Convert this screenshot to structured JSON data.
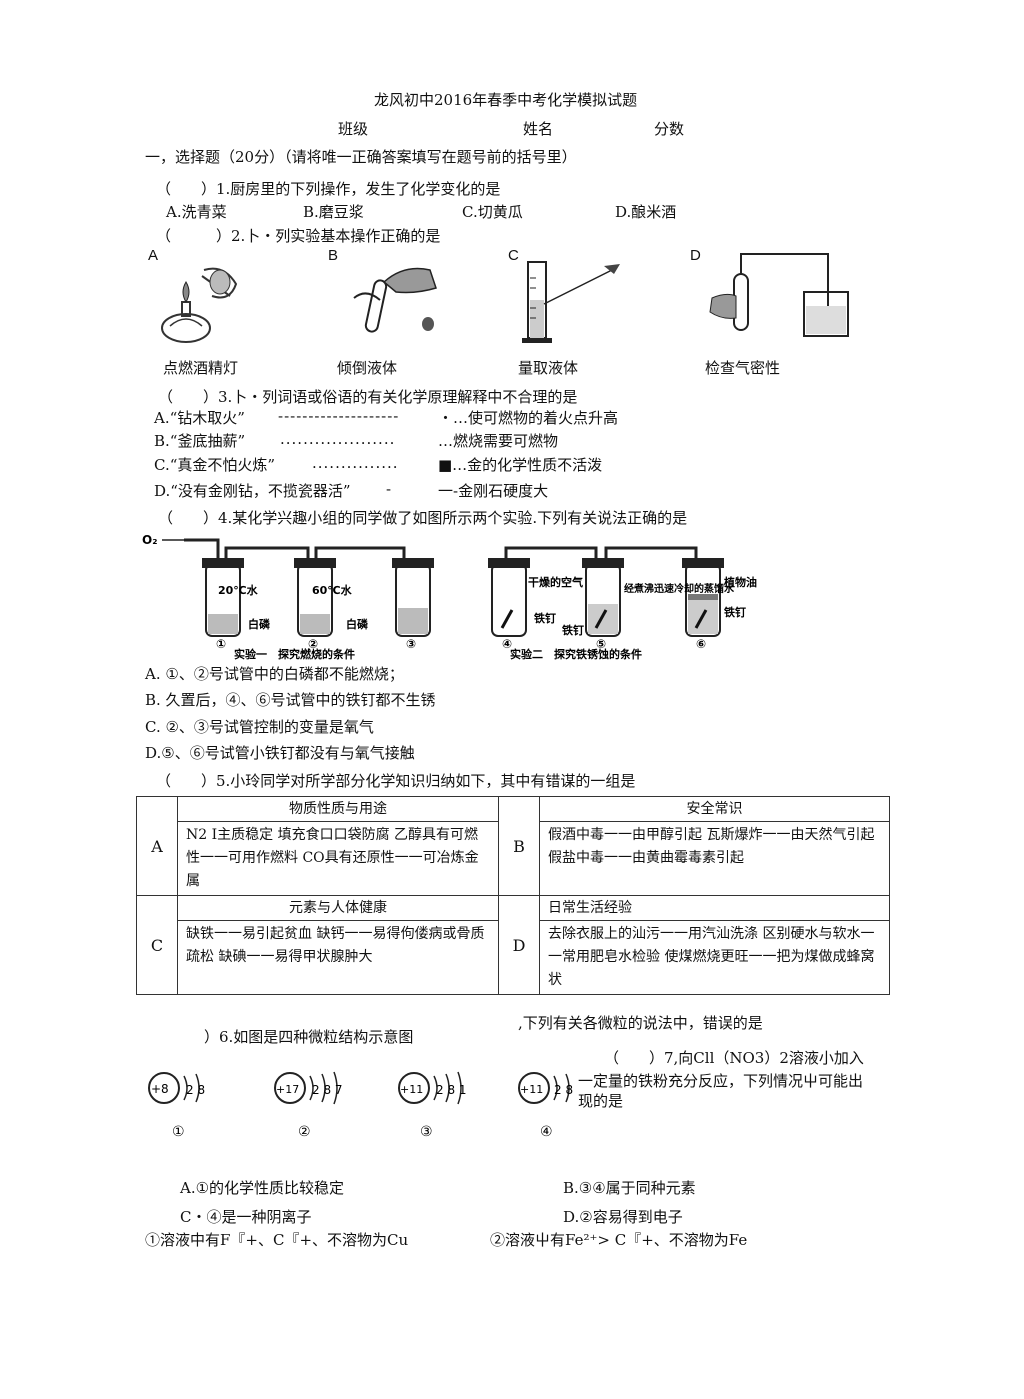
{
  "header": {
    "title": "龙风初中2016年春季中考化学模拟试题",
    "class_label": "班级",
    "name_label": "姓名",
    "score_label": "分数"
  },
  "section1": "一，选择题（20分）（请将唯一正确答案填写在题号前的括号里）",
  "q1": {
    "stem": "（　　）1.厨房里的下列操作，发生了化学变化的是",
    "a": "A.洗青菜",
    "b": "B.磨豆浆",
    "c": "C.切黄瓜",
    "d": "D.酿米酒"
  },
  "q2": {
    "stem": "（　　　）2.卜・列实验基本操作正确的是",
    "letters": [
      "A",
      "B",
      "C",
      "D"
    ],
    "captions": [
      "点燃酒精灯",
      "倾倒液体",
      "量取液体",
      "检查气密性"
    ]
  },
  "q3": {
    "stem": "（　　）3.卜・列词语或俗语的有关化学原理解释中不合理的是",
    "rows": [
      {
        "left": "A.“钻木取火”",
        "dots": "--------------------",
        "right": "・…使可燃物的着火点升高"
      },
      {
        "left": "B.“釜底抽薪”",
        "dots": "....................",
        "right": "…燃烧需要可燃物"
      },
      {
        "left": "C.“真金不怕火炼”",
        "dots": "...............",
        "right": "■…金的化学性质不活泼"
      },
      {
        "left": "D.“没有金刚钻，不揽瓷器活”",
        "dots": "-",
        "right": "一-金刚石硬度大"
      }
    ]
  },
  "q4": {
    "stem": "（　　）4.某化学兴趣小组的同学做了如图所示两个实验.下列有关说法正确的是",
    "fig": {
      "o2": "O₂",
      "water20": "20℃水",
      "water60": "60℃水",
      "white_p": "白磷",
      "white_p2": "白磷",
      "tubes": [
        "①",
        "②",
        "③",
        "④",
        "⑤",
        "⑥"
      ],
      "caption1": "实验一　探究燃烧的条件",
      "caption2": "实验二　探究铁锈蚀的条件",
      "dry_air": "干燥的空气",
      "nail": "铁钉",
      "nail2": "铁钉",
      "nail3": "铁钉",
      "boiled_water": "经煮沸迅速冷却的蒸馏水",
      "oil": "植物油"
    },
    "options": [
      "A. ①、②号试管中的白磷都不能燃烧；",
      "B. 久置后，④、⑥号试管中的铁钉都不生锈",
      "C. ②、③号试管控制的变量是氧气",
      "D.⑤、⑥号试管小铁钉都没有与氧气接触"
    ]
  },
  "q5": {
    "stem": "（　　）5.小玲同学对所学部分化学知识归纳如下，其中有错谋的一组是",
    "cells": [
      {
        "label": "A",
        "head": "物质性质与用途",
        "body": "N2 I主质稳定 填充食口口袋防腐 乙醇具有可燃性一一可用作燃料 CO具有还原性一一可冶炼金属"
      },
      {
        "label": "B",
        "head": "安全常识",
        "body": "假酒中毒一一由甲醇引起 瓦斯爆炸一一由天然气引起 假盐中毒一一由黄曲霉毒素引起"
      },
      {
        "label": "C",
        "head": "元素与人体健康",
        "body": "缺铁一一易引起贫血 缺钙一一易得佝偻病或骨质疏松 缺碘一一易得甲状腺肿大"
      },
      {
        "label": "D",
        "head": "日常生活经验",
        "body": "去除衣服上的汕污一一用汽汕洗涤 区别硬水与软水一一常用肥皂水检验 使煤燃烧更旺一一把为煤做成蜂窝状"
      }
    ]
  },
  "q6": {
    "stem_left": "）6.如图是四种微粒结构示意图",
    "stem_right": ",下列有关各微粒的说法中，错误的是",
    "atoms": [
      {
        "nucleus": "+8",
        "shells": "2 8",
        "num": "①"
      },
      {
        "nucleus": "+17",
        "shells": "2 8 7",
        "num": "②"
      },
      {
        "nucleus": "+11",
        "shells": "2 8 1",
        "num": "③"
      },
      {
        "nucleus": "+11",
        "shells": "2 8",
        "num": "④"
      }
    ],
    "a": "A.①的化学性质比较稳定",
    "b": "B.③④属于同种元素",
    "c": "C・④是一种阴离子",
    "d": "D.②容易得到电子"
  },
  "q7": {
    "line1": "（　　）7,向Cll（NO3）2溶液小加入",
    "line2": "一定量的铁粉充分反应，下列情况屮可能出",
    "line3": "现的是",
    "opt1": "①溶液中有F『+、C『+、不溶物为Cu",
    "opt2": "②溶液屮有Fe²⁺> C『+、不溶物为Fe"
  }
}
